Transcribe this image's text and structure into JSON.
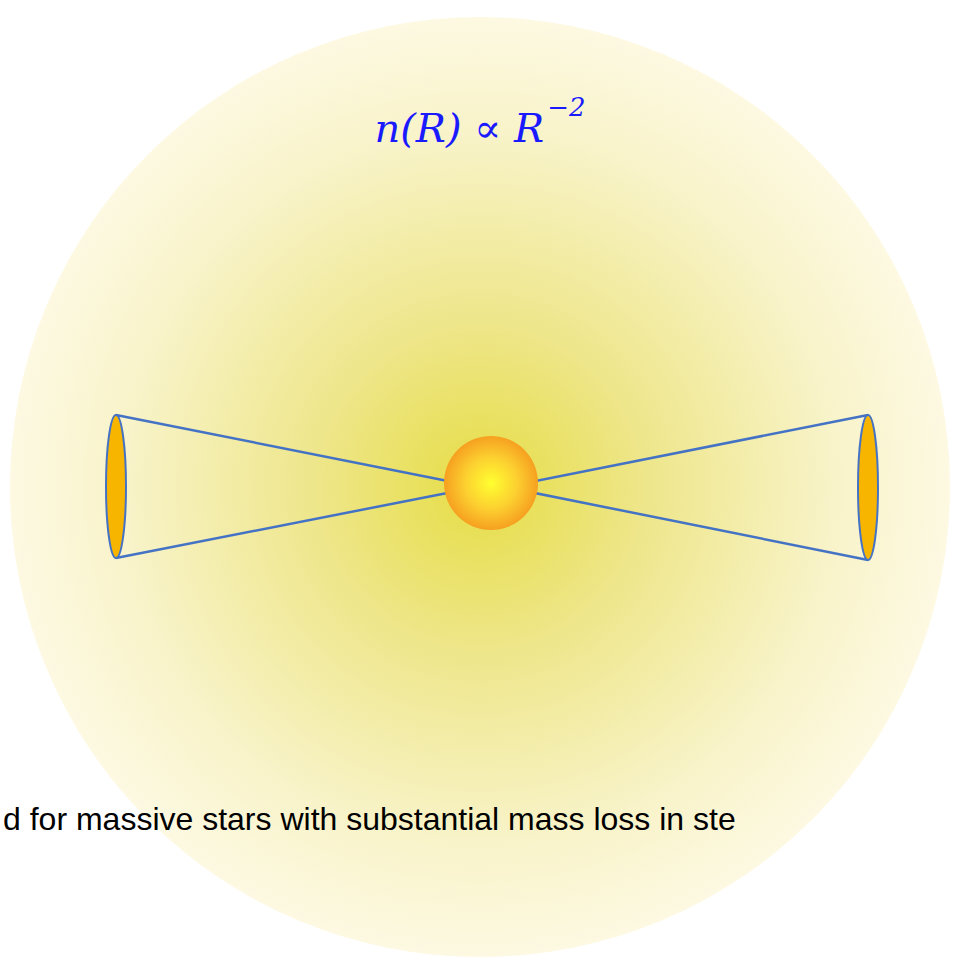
{
  "diagram": {
    "labels": [
      "n(R) ∝ R",
      "−2",
      "d for massive stars with substantial mass loss in ste"
    ]
  }
}
